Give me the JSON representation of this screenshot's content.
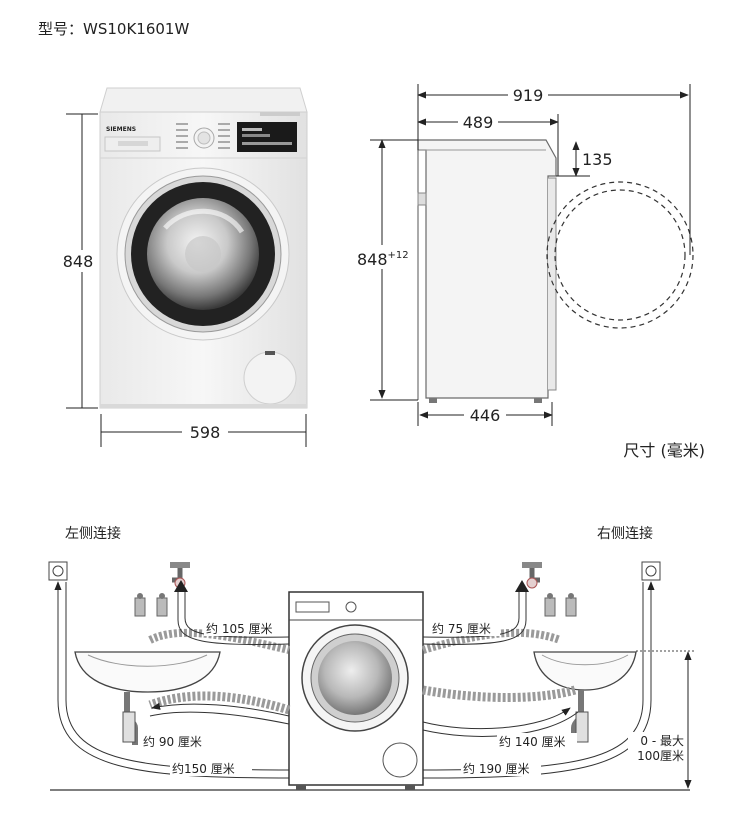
{
  "header": {
    "model_label": "型号：WS10K1601W"
  },
  "front_view": {
    "brand": "SIEMENS",
    "height": "848",
    "width": "598"
  },
  "side_view": {
    "total_depth": "919",
    "body_depth": "489",
    "top_offset": "135",
    "height": "848",
    "height_tolerance": "+12",
    "foot_depth": "446"
  },
  "units_caption": "尺寸 (毫米)",
  "connections": {
    "left_title": "左侧连接",
    "right_title": "右侧连接",
    "left_inlet": "约 105 厘米",
    "right_inlet": "约 75 厘米",
    "left_drain": "约 90 厘米",
    "right_drain": "约 140 厘米",
    "left_power": "约150 厘米",
    "right_power": "约 190 厘米",
    "drain_height_line1": "0 - 最大",
    "drain_height_line2": "100厘米"
  }
}
